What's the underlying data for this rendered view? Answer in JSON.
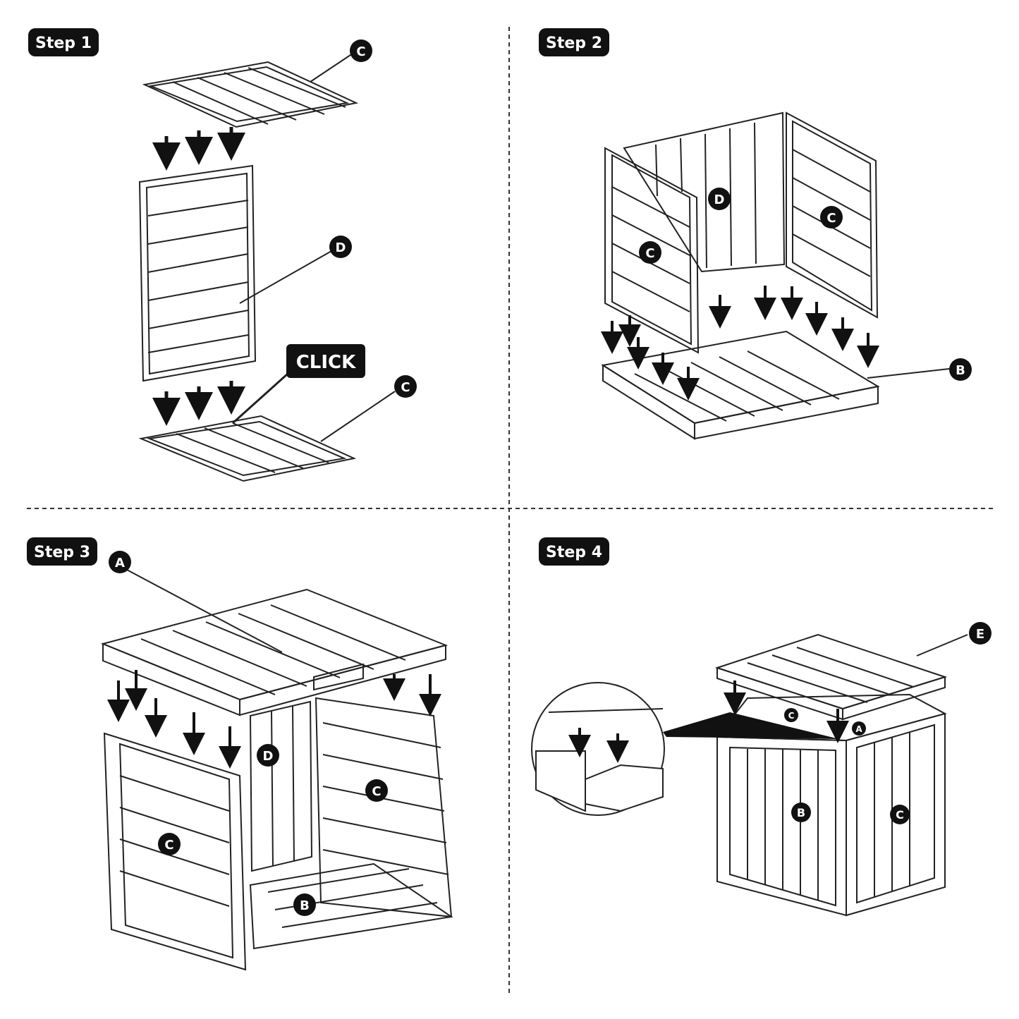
{
  "steps": [
    {
      "label": "Step 1",
      "part_labels": [
        "C",
        "D",
        "C"
      ],
      "callout": "CLICK"
    },
    {
      "label": "Step 2",
      "part_labels": [
        "D",
        "C",
        "C",
        "B"
      ]
    },
    {
      "label": "Step 3",
      "part_labels": [
        "A",
        "D",
        "C",
        "C",
        "B"
      ]
    },
    {
      "label": "Step 4",
      "part_labels": [
        "E",
        "C",
        "A",
        "B",
        "C"
      ]
    }
  ],
  "colors": {
    "line": "#222222",
    "badge": "#111111",
    "badge_text": "#ffffff",
    "background": "#ffffff"
  }
}
